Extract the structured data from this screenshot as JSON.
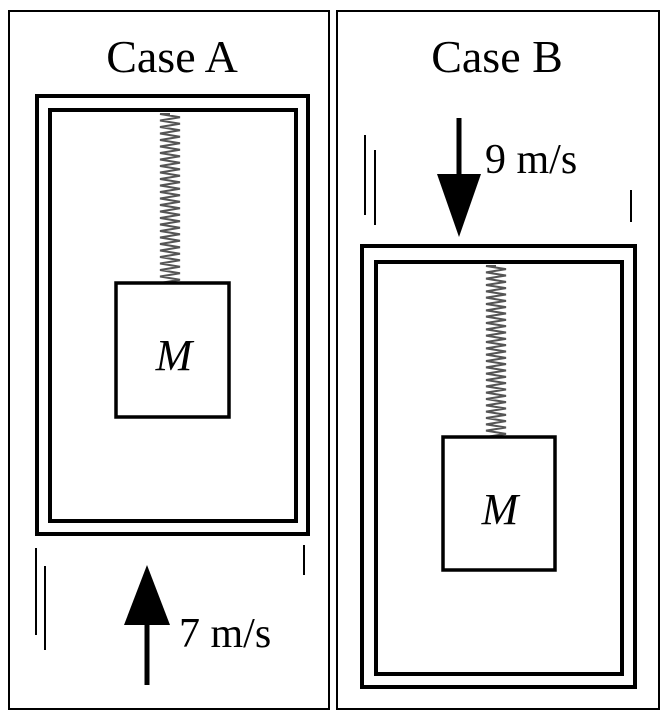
{
  "figure": {
    "case_a": {
      "title": "Case A",
      "mass_label": "M",
      "velocity_label": "7 m/s",
      "velocity_direction": "up",
      "velocity_value": 7,
      "velocity_unit": "m/s"
    },
    "case_b": {
      "title": "Case B",
      "mass_label": "M",
      "velocity_label": "9 m/s",
      "velocity_direction": "down",
      "velocity_value": 9,
      "velocity_unit": "m/s"
    },
    "colors": {
      "stroke": "#000000",
      "background": "#ffffff",
      "spring": "#555555"
    },
    "icons": [
      "spring-icon",
      "arrow-up-icon",
      "arrow-down-icon",
      "motion-line-icon"
    ]
  }
}
